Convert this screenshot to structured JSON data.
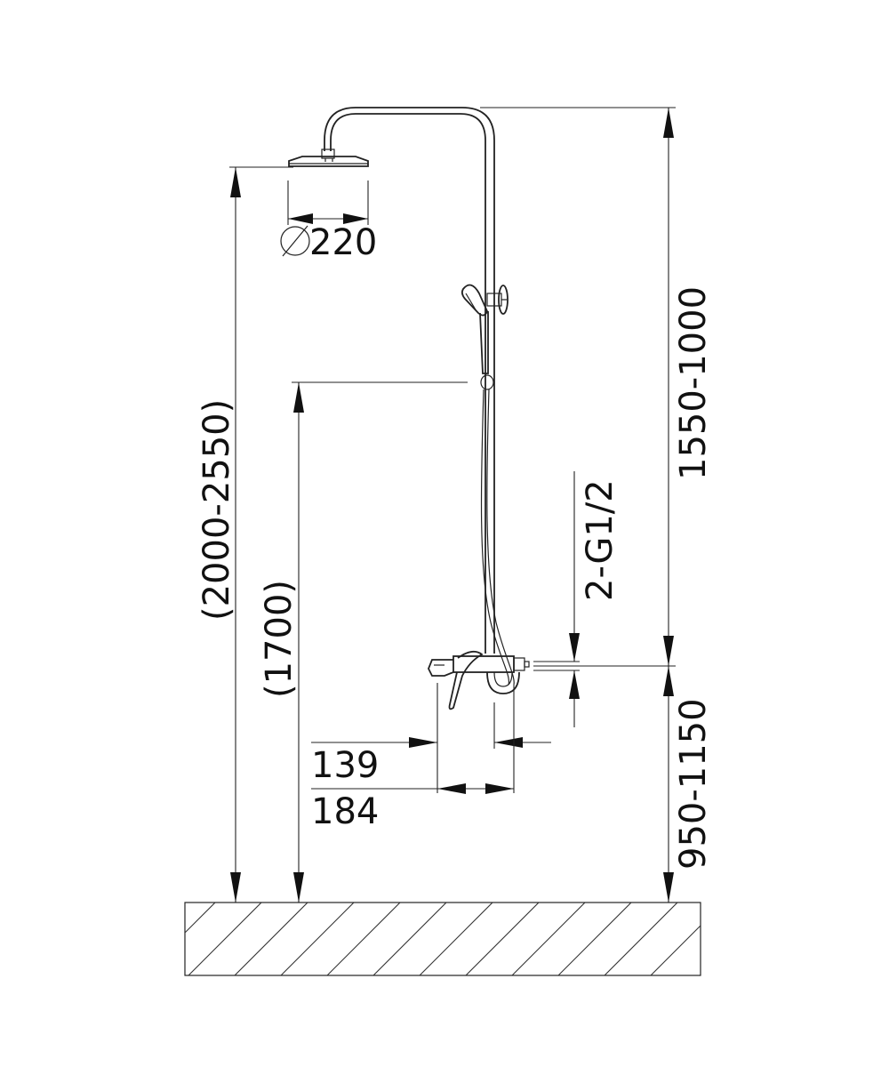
{
  "dimensions": {
    "head_diameter": "220",
    "total_height": "(2000-2550)",
    "shower_height": "(1700)",
    "upper_range": "1550-1000",
    "mixer_height": "950-1150",
    "connection": "2-G1/2",
    "spout_offset": "139",
    "spout_reach": "184"
  }
}
